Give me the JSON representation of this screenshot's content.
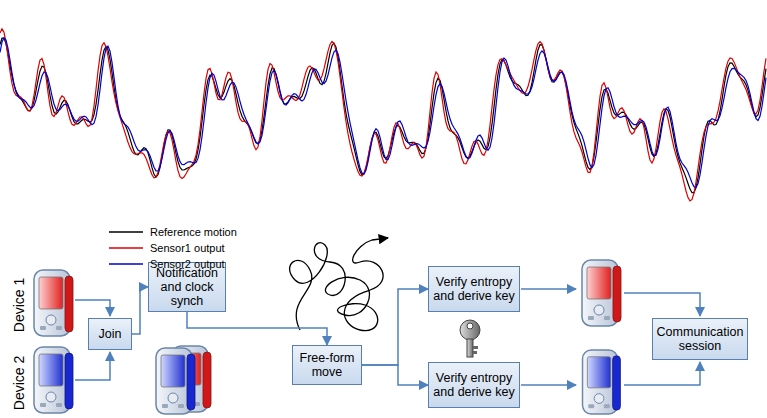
{
  "diagram": {
    "nodes": [
      {
        "text": [
          "Join"
        ]
      },
      {
        "text": [
          "Notification and clock synch"
        ]
      },
      {
        "text": [
          "Free-form move"
        ]
      },
      {
        "text": [
          "Verify entropy and derive key"
        ]
      },
      {
        "text": [
          "Verify entropy and derive key"
        ]
      },
      {
        "text": [
          "Communication session"
        ]
      }
    ],
    "edges": [
      {
        "from": 0,
        "to": 1,
        "arrow": "to"
      },
      {
        "from": 1,
        "to": 2,
        "arrow": "to"
      },
      {
        "from": 2,
        "to": 3,
        "arrow": "to"
      },
      {
        "from": 2,
        "to": 4,
        "arrow": "to"
      }
    ],
    "labels": [
      "Device 1",
      "Device 2"
    ],
    "legend": [
      {
        "text": "Reference motion"
      },
      {
        "text": "Sensor1 output"
      },
      {
        "text": "Sensor2 output"
      }
    ]
  }
}
